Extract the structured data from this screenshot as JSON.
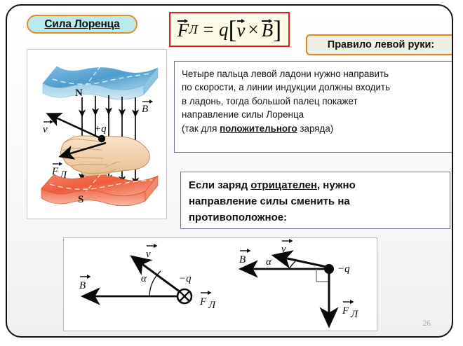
{
  "slide": {
    "title": "Сила Лоренца",
    "page_number": "26",
    "accent_orange": "#e8811f",
    "accent_red": "#e8191b",
    "badge_cyan": "#b9eaf0",
    "badge_green": "#eef0e2",
    "box_border_purple": "#7a6b95",
    "formula_bg": "#fbfbe6"
  },
  "formula": {
    "label": "F_L = q [ v × B ]",
    "force_symbol": "F",
    "force_subscript": "Л",
    "equals": "=",
    "charge_symbol": "q",
    "bracket_open": "[",
    "velocity_symbol": "v",
    "cross": "×",
    "field_symbol": "B",
    "bracket_close": "]"
  },
  "rule_badge": {
    "label": "Правило левой руки:"
  },
  "paragraph1": {
    "line1": "Четыре пальца левой ладони нужно направить",
    "line2": "по скорости, а линии индукции должны входить",
    "line3": "в ладонь, тогда большой палец покажет",
    "line4": "направление силы Лоренца",
    "line5_prefix": "(так для ",
    "line5_emphasis": "положительного",
    "line5_suffix": " заряда)"
  },
  "paragraph2": {
    "line1_prefix": "Если заряд ",
    "line1_emphasis": "отрицателен",
    "line1_suffix": ", нужно",
    "line2": "направление силы сменить на",
    "line3": "противоположное:"
  },
  "illustration": {
    "north_pole_label": "N",
    "south_pole_label": "S",
    "charge_label": "+q",
    "velocity_label": "v",
    "field_label": "B",
    "force_label": "F",
    "force_subscript": "Л",
    "north_color": "#5ba3d0",
    "south_color": "#f06a4e",
    "hand_color": "#f3d2b0"
  },
  "diagram_left": {
    "charge_label": "−q",
    "velocity_label": "v",
    "field_label": "B",
    "force_label": "F",
    "force_subscript": "Л",
    "angle_label": "α",
    "force_direction": "into-page"
  },
  "diagram_right": {
    "charge_label": "−q",
    "velocity_label": "v",
    "field_label": "B",
    "force_label": "F",
    "force_subscript": "Л",
    "angle_label": "α",
    "force_direction": "down"
  }
}
